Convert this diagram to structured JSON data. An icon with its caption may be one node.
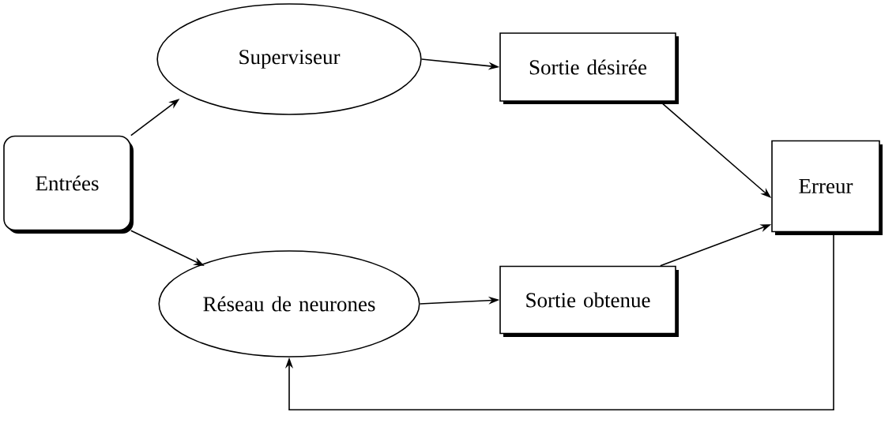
{
  "diagram": {
    "nodes": [
      {
        "text": [
          "Entrées"
        ]
      },
      {
        "text": [
          "Superviseur"
        ]
      },
      {
        "text": [
          "Sortie désirée"
        ]
      },
      {
        "text": [
          "Erreur"
        ]
      },
      {
        "text": [
          "Réseau de neurones"
        ]
      },
      {
        "text": [
          "Sortie obtenue"
        ]
      }
    ],
    "edges": [
      {
        "from": 0,
        "to": 1,
        "arrow": "to"
      },
      {
        "from": 0,
        "to": 4,
        "arrow": "to"
      },
      {
        "from": 1,
        "to": 2,
        "arrow": "to"
      },
      {
        "from": 4,
        "to": 5,
        "arrow": "to"
      },
      {
        "from": 2,
        "to": 3,
        "arrow": "to"
      },
      {
        "from": 5,
        "to": 3,
        "arrow": "to"
      },
      {
        "from": 3,
        "to": 4,
        "arrow": "to"
      }
    ]
  }
}
